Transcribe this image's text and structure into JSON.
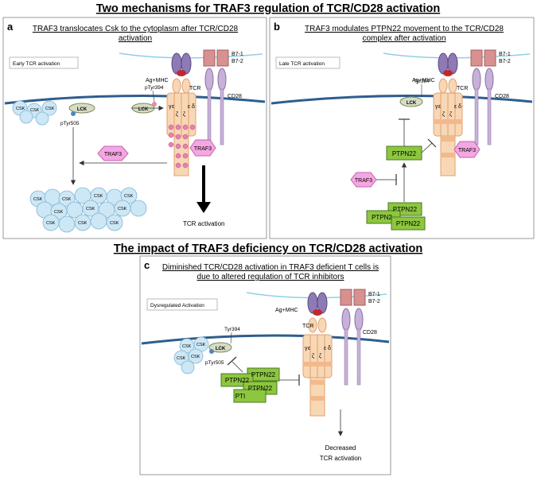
{
  "title_top": "Two mechanisms for TRAF3 regulation of TCR/CD28 activation",
  "title_bottom": "The impact of TRAF3 deficiency on TCR/CD28 activation",
  "panel_a": {
    "letter": "a",
    "heading_1": "TRAF3 translocates Csk to the cytoplasm after TCR/CD28",
    "heading_2": "activation",
    "stage": "Early TCR activation",
    "ag_mhc": "Ag+MHC",
    "tcr": "TCR",
    "cd28": "CD28",
    "b71": "B7-1",
    "b72": "B7-2",
    "lck": "LCK",
    "ptyr394": "pTyr394",
    "ptyr505": "pTyr505",
    "csk": "CSK",
    "traf3": "TRAF3",
    "result": "TCR activation",
    "chain_gamma": "γ",
    "chain_eps": "ε",
    "chain_zeta": "ζ",
    "chain_delta": "δ",
    "p": "P"
  },
  "panel_b": {
    "letter": "b",
    "heading_1": "TRAF3 modulates PTPN22 movement to the TCR/CD28",
    "heading_2": "complex after activation",
    "stage": "Late TCR activation",
    "ag_mhc": "Ag+MHC",
    "tcr": "TCR",
    "cd28": "CD28",
    "b71": "B7-1",
    "b72": "B7-2",
    "lck": "LCK",
    "tyr394": "Tyr394",
    "ptpn22": "PTPN22",
    "ptpn22_partial": "PTPN2",
    "traf3": "TRAF3"
  },
  "panel_c": {
    "letter": "c",
    "heading_1": "Diminished TCR/CD28 activation in TRAF3 deficient T cells is",
    "heading_2": "due to altered regulation of TCR inhibitors",
    "stage": "Dysregulated Activation",
    "ag_mhc": "Ag+MHC",
    "tcr": "TCR",
    "cd28": "CD28",
    "b71": "B7-1",
    "b72": "B7-2",
    "lck": "LCK",
    "tyr394": "Tyr394",
    "ptyr505": "pTyr505",
    "csk": "CSK",
    "ptpn22": "PTPN22",
    "ptpn22_partial": "PTI",
    "result_1": "Decreased",
    "result_2": "TCR activation"
  }
}
